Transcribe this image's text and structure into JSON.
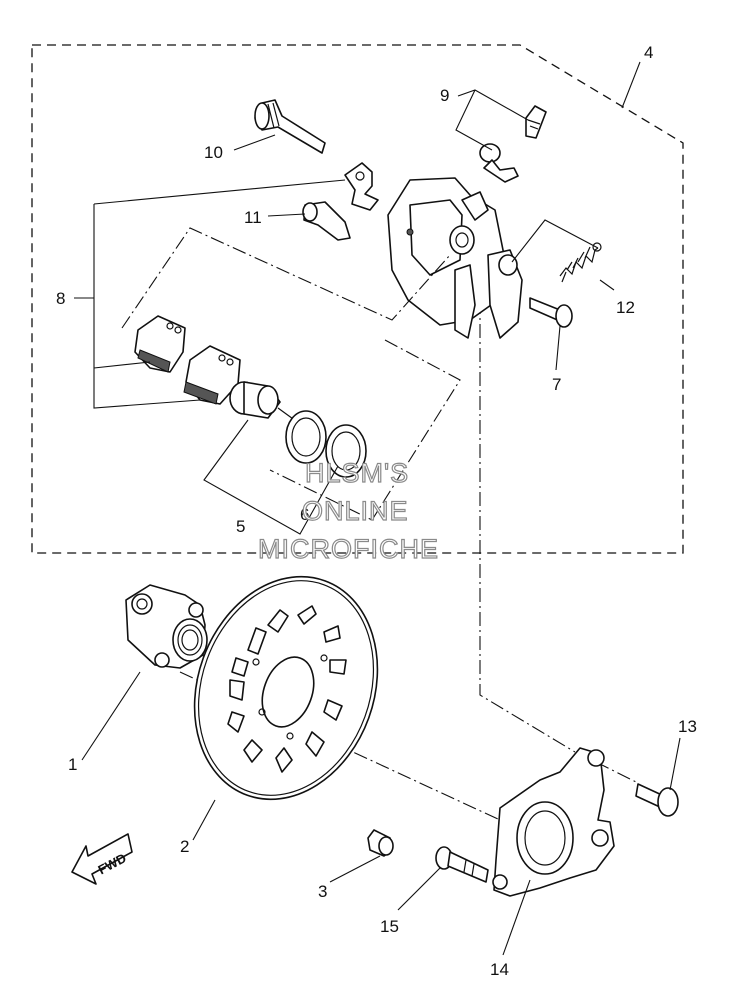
{
  "diagram": {
    "callouts": [
      "1",
      "2",
      "3",
      "4",
      "5",
      "6",
      "7",
      "8",
      "9",
      "10",
      "11",
      "12",
      "13",
      "14",
      "15"
    ],
    "direction_label": "FWD",
    "watermark_lines": [
      "HLSM'S",
      "ONLINE",
      "MICROFICHE"
    ]
  }
}
